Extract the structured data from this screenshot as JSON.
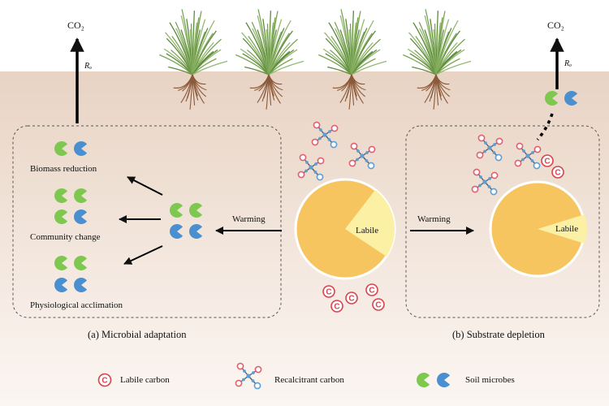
{
  "labels": {
    "co2": "CO₂",
    "ro": "Rₒ",
    "biomass_reduction": "Biomass reduction",
    "community_change": "Community change",
    "physiological_acclimation": "Physiological acclimation",
    "warming": "Warming",
    "labile": "Labile",
    "caption_a": "(a) Microbial adaptation",
    "caption_b": "(b) Substrate depletion"
  },
  "legend": {
    "labile_carbon": "Labile carbon",
    "recalcitrant_carbon": "Recalcitrant carbon",
    "soil_microbes": "Soil microbes"
  },
  "colors": {
    "sky": "#ffffff",
    "soil_top": "#e8d3c4",
    "microbe_green": "#7ec850",
    "microbe_blue": "#4a8fd0",
    "pool_orange": "#f7c55f",
    "pool_labile": "#fbf0a4",
    "labile_carbon_red": "#d9434b",
    "recalcitrant_node_red": "#e06070",
    "recalcitrant_node_blue": "#5c9ed8"
  },
  "icons": {
    "plant": "grass-tuft-with-roots-icon",
    "microbe": "pacman-microbe-icon",
    "labile_carbon": "circled-c-icon",
    "recalcitrant_carbon": "molecule-icon"
  }
}
